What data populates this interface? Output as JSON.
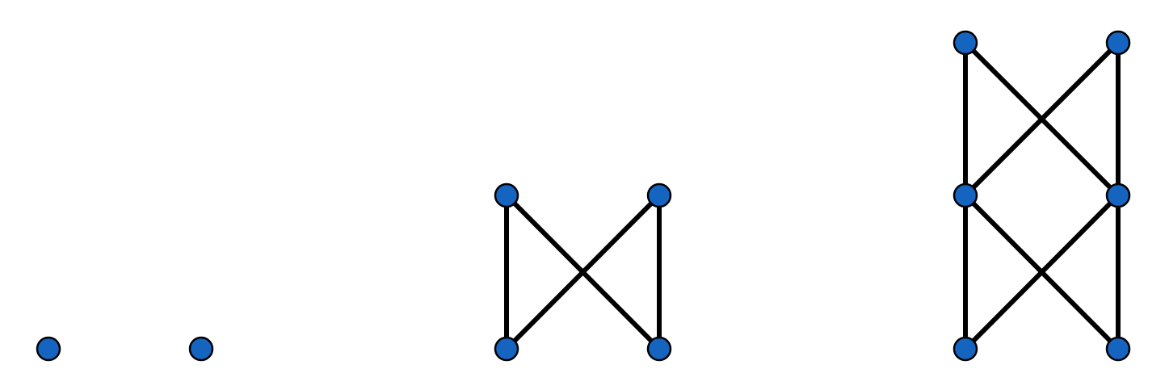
{
  "colors": {
    "node_fill": "#1565c0",
    "node_stroke": "#000000",
    "edge_stroke": "#000000",
    "background": "#ffffff"
  },
  "graphs": [
    {
      "id": "graph-1",
      "nodes": [
        "a",
        "b"
      ],
      "edges": []
    },
    {
      "id": "graph-2",
      "nodes": [
        "a",
        "b",
        "c",
        "d"
      ],
      "edges": [
        [
          "a",
          "c"
        ],
        [
          "a",
          "d"
        ],
        [
          "b",
          "c"
        ],
        [
          "b",
          "d"
        ]
      ]
    },
    {
      "id": "graph-3",
      "nodes": [
        "a",
        "b",
        "c",
        "d",
        "e",
        "f"
      ],
      "edges": [
        [
          "a",
          "c"
        ],
        [
          "a",
          "d"
        ],
        [
          "b",
          "c"
        ],
        [
          "b",
          "d"
        ],
        [
          "c",
          "e"
        ],
        [
          "c",
          "f"
        ],
        [
          "d",
          "e"
        ],
        [
          "d",
          "f"
        ]
      ]
    }
  ]
}
